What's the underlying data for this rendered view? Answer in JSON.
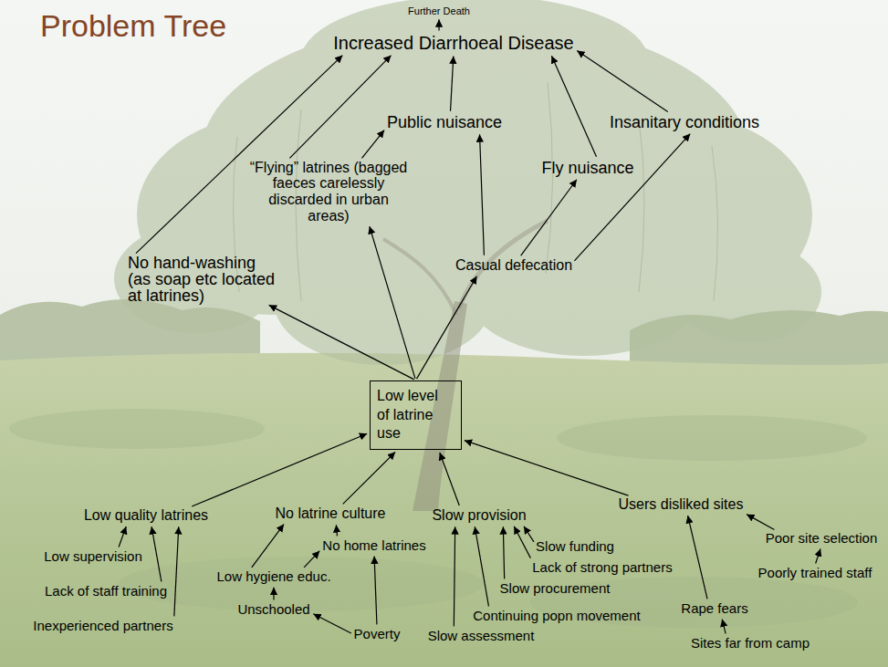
{
  "diagram": {
    "title": "Problem Tree",
    "nodes": [
      {
        "text": [
          "Further Death"
        ]
      },
      {
        "text": [
          "Increased Diarrhoeal Disease"
        ]
      },
      {
        "text": [
          "Public nuisance"
        ]
      },
      {
        "text": [
          "Insanitary conditions"
        ]
      },
      {
        "text": [
          "“Flying” latrines (bagged faeces carelessly discarded in urban areas)"
        ]
      },
      {
        "text": [
          "Fly nuisance"
        ]
      },
      {
        "text": [
          "No hand-washing (as soap etc located at latrines)"
        ]
      },
      {
        "text": [
          "Casual defecation"
        ]
      },
      {
        "text": [
          "Low level of latrine use"
        ]
      },
      {
        "text": [
          "Low quality latrines"
        ]
      },
      {
        "text": [
          "No latrine culture"
        ]
      },
      {
        "text": [
          "Slow provision"
        ]
      },
      {
        "text": [
          "Users disliked sites"
        ]
      },
      {
        "text": [
          "No home latrines"
        ]
      },
      {
        "text": [
          "Slow funding"
        ]
      },
      {
        "text": [
          "Poor site selection"
        ]
      },
      {
        "text": [
          "Lack of strong partners"
        ]
      },
      {
        "text": [
          "Low supervision"
        ]
      },
      {
        "text": [
          "Low hygiene educ."
        ]
      },
      {
        "text": [
          "Slow procurement"
        ]
      },
      {
        "text": [
          "Poorly trained staff"
        ]
      },
      {
        "text": [
          "Lack of staff training"
        ]
      },
      {
        "text": [
          "Unschooled"
        ]
      },
      {
        "text": [
          "Poverty"
        ]
      },
      {
        "text": [
          "Continuing popn movement"
        ]
      },
      {
        "text": [
          "Rape fears"
        ]
      },
      {
        "text": [
          "Inexperienced partners"
        ]
      },
      {
        "text": [
          "Slow assessment"
        ]
      },
      {
        "text": [
          "Sites far from camp"
        ]
      }
    ],
    "edges": [
      {
        "from": 1,
        "to": 0,
        "arrow": "to"
      },
      {
        "from": 6,
        "to": 1,
        "arrow": "to"
      },
      {
        "from": 4,
        "to": 1,
        "arrow": "to"
      },
      {
        "from": 4,
        "to": 2,
        "arrow": "to"
      },
      {
        "from": 2,
        "to": 1,
        "arrow": "to"
      },
      {
        "from": 5,
        "to": 1,
        "arrow": "to"
      },
      {
        "from": 3,
        "to": 1,
        "arrow": "to"
      },
      {
        "from": 7,
        "to": 2,
        "arrow": "to"
      },
      {
        "from": 7,
        "to": 5,
        "arrow": "to"
      },
      {
        "from": 7,
        "to": 3,
        "arrow": "to"
      },
      {
        "from": 8,
        "to": 6,
        "arrow": "to"
      },
      {
        "from": 8,
        "to": 4,
        "arrow": "to"
      },
      {
        "from": 8,
        "to": 7,
        "arrow": "to"
      },
      {
        "from": 9,
        "to": 8,
        "arrow": "to"
      },
      {
        "from": 10,
        "to": 8,
        "arrow": "to"
      },
      {
        "from": 11,
        "to": 8,
        "arrow": "to"
      },
      {
        "from": 12,
        "to": 8,
        "arrow": "to"
      },
      {
        "from": 17,
        "to": 9,
        "arrow": "to"
      },
      {
        "from": 21,
        "to": 9,
        "arrow": "to"
      },
      {
        "from": 26,
        "to": 9,
        "arrow": "to"
      },
      {
        "from": 18,
        "to": 10,
        "arrow": "to"
      },
      {
        "from": 18,
        "to": 13,
        "arrow": "to"
      },
      {
        "from": 13,
        "to": 10,
        "arrow": "to"
      },
      {
        "from": 22,
        "to": 18,
        "arrow": "to"
      },
      {
        "from": 23,
        "to": 22,
        "arrow": "to"
      },
      {
        "from": 23,
        "to": 13,
        "arrow": "to"
      },
      {
        "from": 14,
        "to": 11,
        "arrow": "to"
      },
      {
        "from": 16,
        "to": 11,
        "arrow": "to"
      },
      {
        "from": 19,
        "to": 11,
        "arrow": "to"
      },
      {
        "from": 24,
        "to": 11,
        "arrow": "to"
      },
      {
        "from": 27,
        "to": 11,
        "arrow": "to"
      },
      {
        "from": 15,
        "to": 12,
        "arrow": "to"
      },
      {
        "from": 20,
        "to": 15,
        "arrow": "to"
      },
      {
        "from": 25,
        "to": 12,
        "arrow": "to"
      },
      {
        "from": 28,
        "to": 25,
        "arrow": "to"
      }
    ]
  }
}
